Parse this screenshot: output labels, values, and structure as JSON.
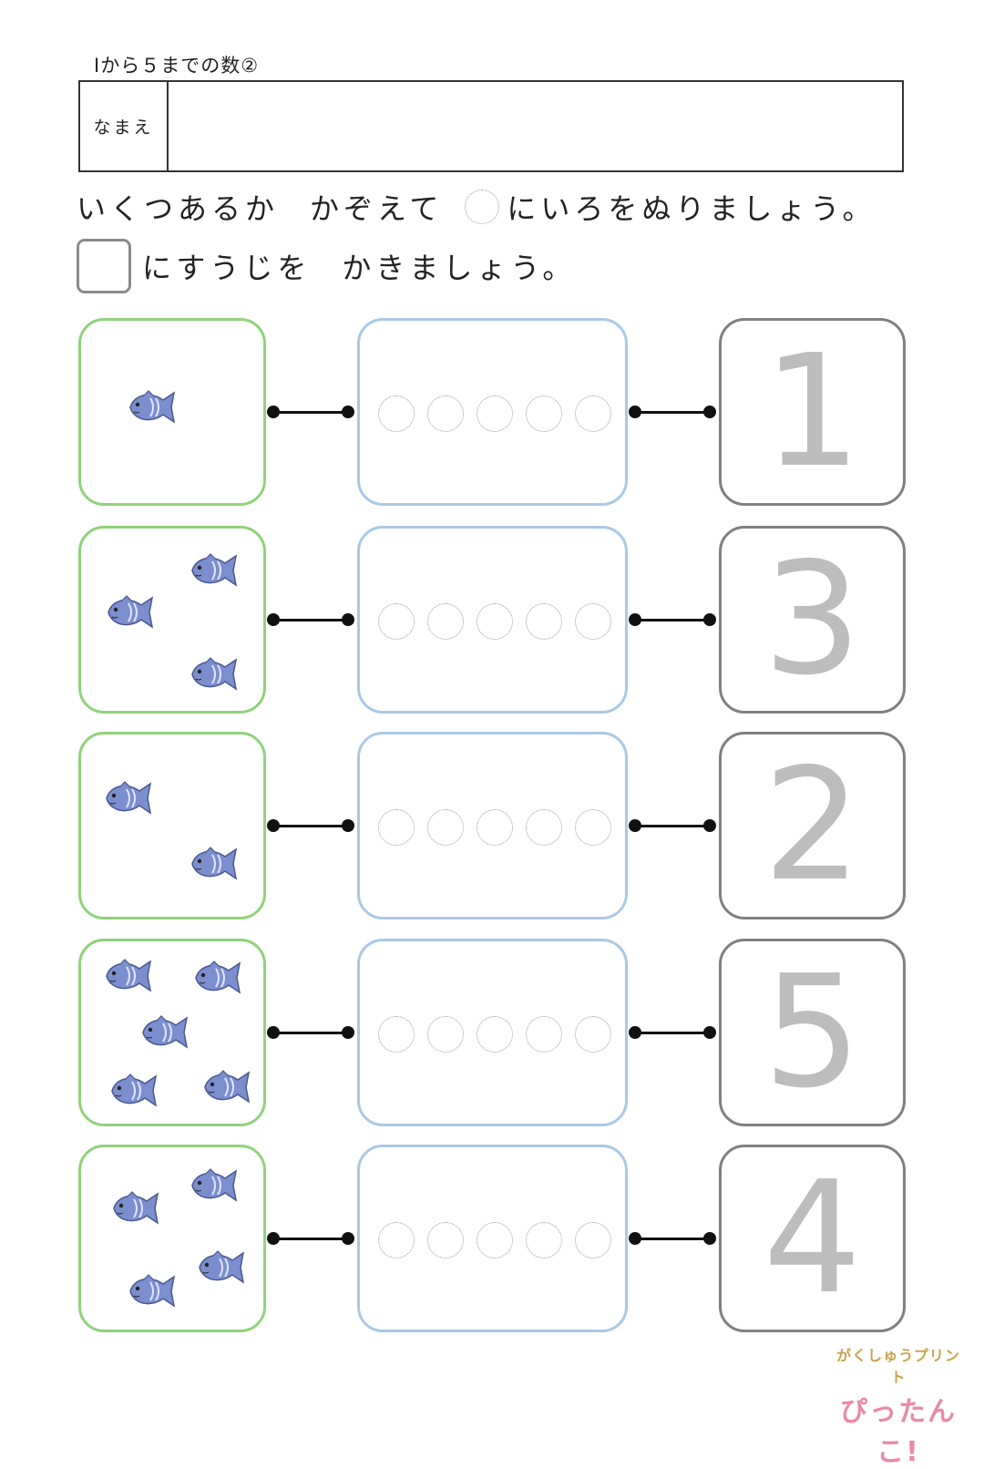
{
  "worksheet": {
    "title": "Ⅰから５までの数②",
    "name_label": "なまえ",
    "instruction_1a": "いくつあるか",
    "instruction_1b": "かぞえて",
    "instruction_1c": "にいろをぬりましょう。",
    "instruction_2a": "にすうじを",
    "instruction_2b": "かきましょう。"
  },
  "rows": [
    {
      "count": 1,
      "digit": "1"
    },
    {
      "count": 3,
      "digit": "3"
    },
    {
      "count": 2,
      "digit": "2"
    },
    {
      "count": 5,
      "digit": "5"
    },
    {
      "count": 4,
      "digit": "4"
    }
  ],
  "circles_per_row": 5,
  "icons": {
    "item": "fish-icon",
    "fish_color": "#7b8fcf"
  },
  "colors": {
    "left_border": "#8fd37a",
    "middle_border": "#a9c9e6",
    "right_border": "#808080",
    "digit": "#bdbdbd"
  },
  "logo": {
    "top": "がくしゅうプリント",
    "main": "ぴったんこ!"
  }
}
